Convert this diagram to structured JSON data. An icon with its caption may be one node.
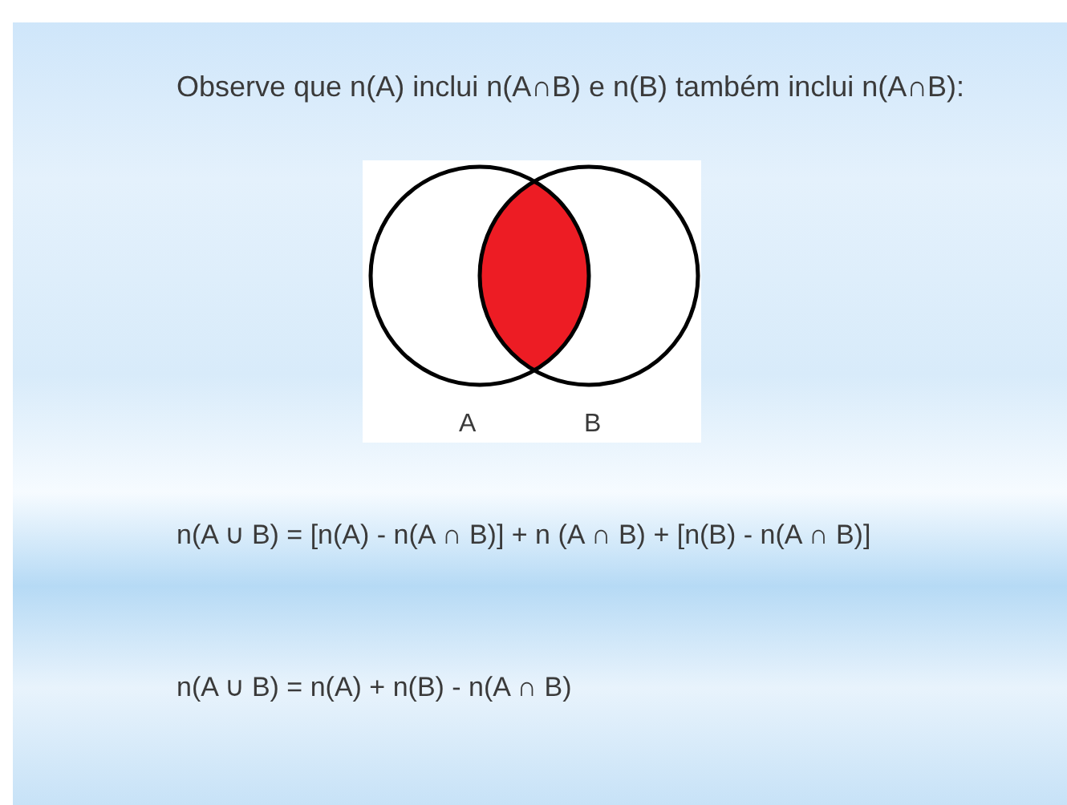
{
  "diagram": {
    "labels": [
      "Observe que n(A) inclui n(A∩B) e n(B) também inclui n(A∩B):",
      "A",
      "B",
      "n(A ∪ B) =  [n(A) - n(A ∩ B)] + n (A ∩ B) + [n(B) - n(A ∩ B)]",
      "n(A ∪ B) = n(A) + n(B) - n(A ∩ B)"
    ]
  }
}
